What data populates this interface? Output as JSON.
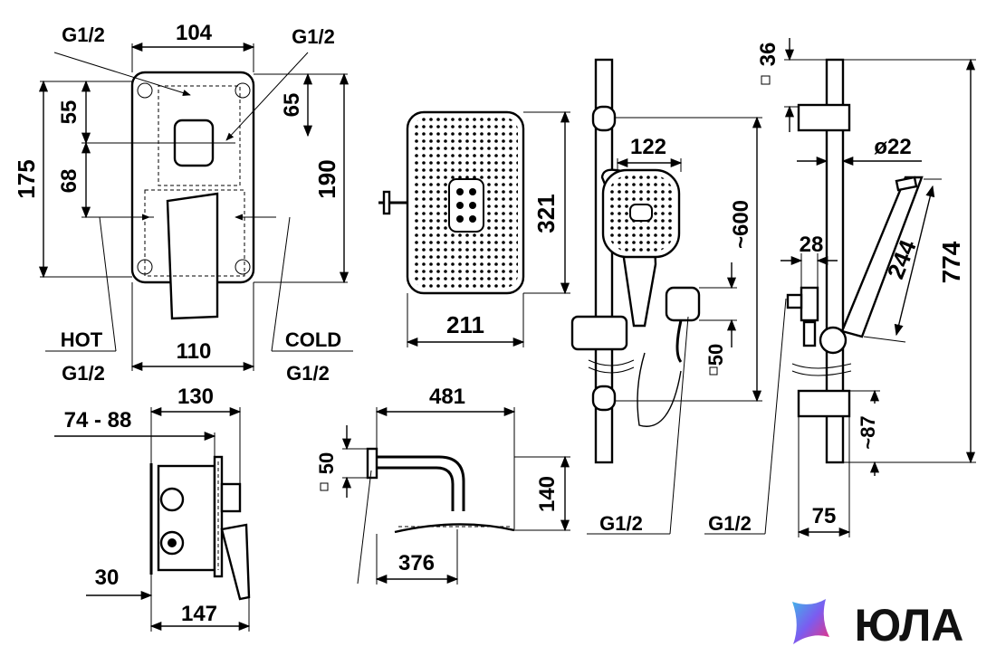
{
  "labels": {
    "mixer_width": "104",
    "g_top_left": "G1/2",
    "g_top_right": "G1/2",
    "dim_55": "55",
    "dim_65": "65",
    "dim_175": "175",
    "dim_68": "68",
    "dim_190": "190",
    "hot": "HOT",
    "hot_thread": "G1/2",
    "cold": "COLD",
    "cold_thread": "G1/2",
    "mixer_bottom_width": "110",
    "box_130": "130",
    "box_74_88": "74 - 88",
    "box_30": "30",
    "box_147": "147",
    "shower_321": "321",
    "shower_211": "211",
    "arm_481": "481",
    "arm_50": "50",
    "arm_140": "140",
    "arm_376": "376",
    "handshower_122": "122",
    "rail_600": "~600",
    "holder_50": "50",
    "g_handshower_left": "G1/2",
    "g_handshower_right": "G1/2",
    "rail_36": "36",
    "rail_d22": "ø22",
    "rail_28": "28",
    "rail_244": "244",
    "rail_774": "774",
    "rail_87": "~87",
    "rail_75": "75",
    "logo": "ЮЛА"
  },
  "colors": {
    "ink": "#000000",
    "logo_gradient_start": "#3fb6e8",
    "logo_gradient_mid": "#7b5cf0",
    "logo_gradient_end": "#f0307a"
  }
}
